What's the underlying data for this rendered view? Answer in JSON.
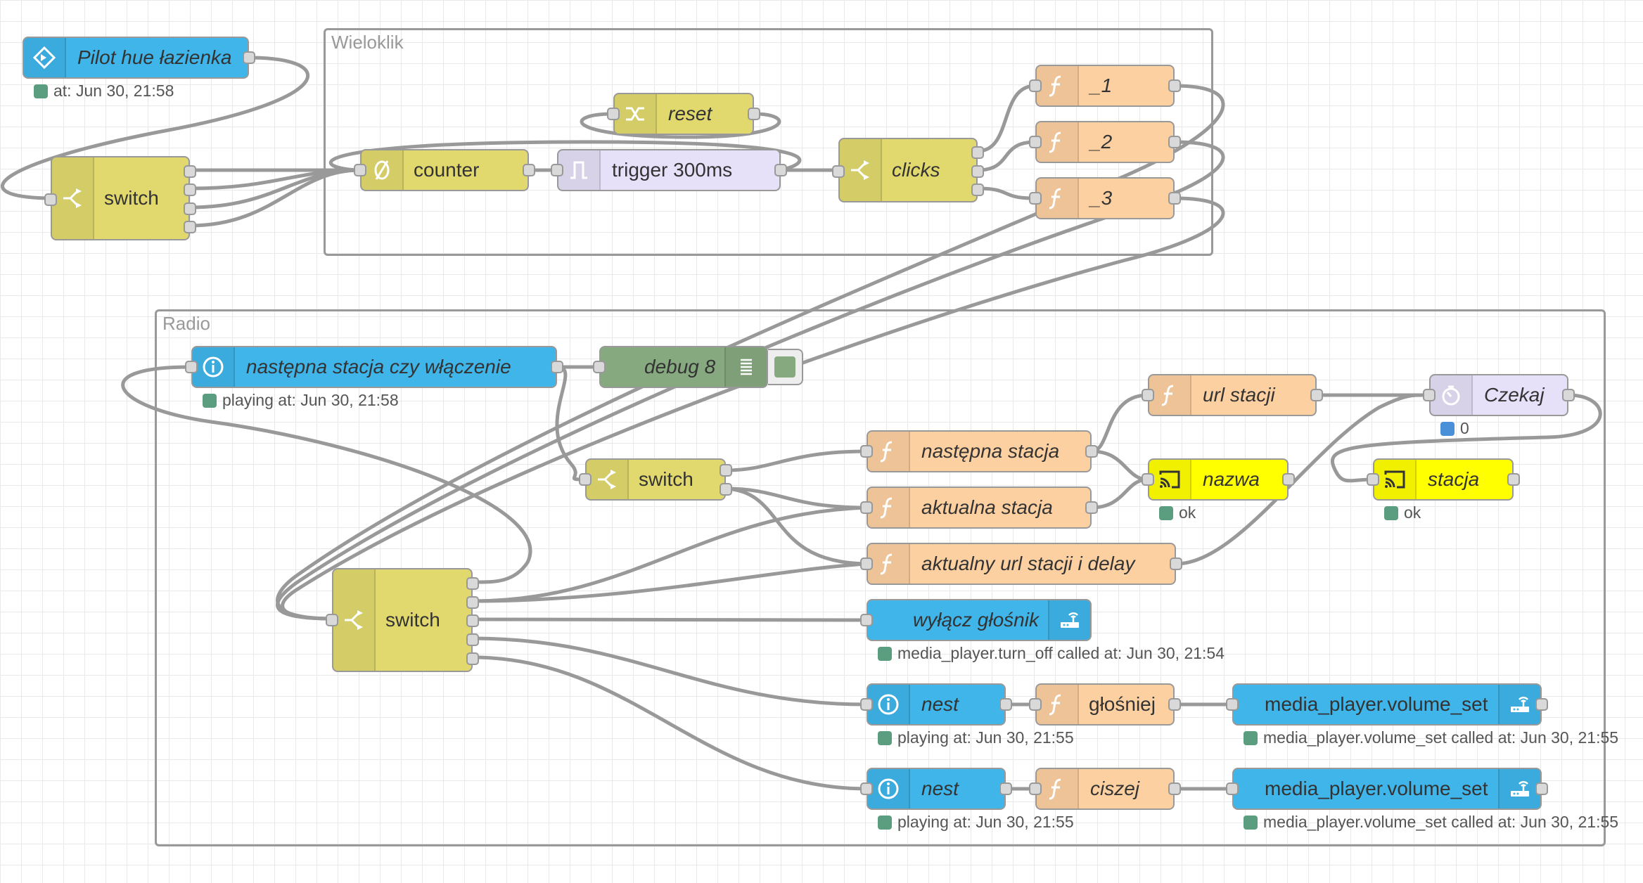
{
  "groups": {
    "wieloklik": {
      "label": "Wieloklik"
    },
    "radio": {
      "label": "Radio"
    }
  },
  "nodes": {
    "pilot": {
      "label": "Pilot hue łazienka",
      "status": "at: Jun 30, 21:58",
      "icon": "arrow-right-circle-icon",
      "color": "#3fb5ea"
    },
    "switch1": {
      "label": "switch",
      "icon": "switch-icon",
      "color": "#e2d96e"
    },
    "counter": {
      "label": "counter",
      "icon": "empty-set-icon",
      "color": "#e2d96e"
    },
    "trigger": {
      "label": "trigger 300ms",
      "icon": "trigger-pulse-icon",
      "color": "#e6e0f8"
    },
    "reset": {
      "label": "reset",
      "icon": "shuffle-icon",
      "color": "#e2d96e"
    },
    "clicks": {
      "label": "clicks",
      "icon": "switch-icon",
      "color": "#e2d96e"
    },
    "f1": {
      "label": "_1",
      "icon": "function-icon",
      "color": "#fdd0a2"
    },
    "f2": {
      "label": "_2",
      "icon": "function-icon",
      "color": "#fdd0a2"
    },
    "f3": {
      "label": "_3",
      "icon": "function-icon",
      "color": "#fdd0a2"
    },
    "nastepna_czy": {
      "label": "następna stacja czy włączenie",
      "status": "playing at: Jun 30, 21:58",
      "icon": "info-icon",
      "color": "#3fb5ea"
    },
    "debug8": {
      "label": "debug 8",
      "icon": "list-icon",
      "color": "#87a980"
    },
    "switch2": {
      "label": "switch",
      "icon": "switch-icon",
      "color": "#e2d96e"
    },
    "nastepna_stacja": {
      "label": "następna stacja",
      "icon": "function-icon",
      "color": "#fdd0a2"
    },
    "aktualna_stacja": {
      "label": "aktualna stacja",
      "icon": "function-icon",
      "color": "#fdd0a2"
    },
    "aktualny_url": {
      "label": "aktualny url stacji i delay",
      "icon": "function-icon",
      "color": "#fdd0a2"
    },
    "url_stacji": {
      "label": "url stacji",
      "icon": "function-icon",
      "color": "#fdd0a2"
    },
    "czekaj": {
      "label": "Czekaj",
      "status": "0",
      "icon": "timer-icon",
      "color": "#e6e0f8"
    },
    "nazwa": {
      "label": "nazwa",
      "status": "ok",
      "icon": "cast-icon",
      "color": "#ffff00"
    },
    "stacja": {
      "label": "stacja",
      "status": "ok",
      "icon": "cast-icon",
      "color": "#ffff00"
    },
    "switch3": {
      "label": "switch",
      "icon": "switch-icon",
      "color": "#e2d96e"
    },
    "wylacz": {
      "label": "wyłącz głośnik",
      "status": "media_player.turn_off called at: Jun 30, 21:54",
      "icon": "router-icon",
      "color": "#3fb5ea"
    },
    "nest1": {
      "label": "nest",
      "status": "playing at: Jun 30, 21:55",
      "icon": "info-icon",
      "color": "#3fb5ea"
    },
    "glosniej": {
      "label": "głośniej",
      "icon": "function-icon",
      "color": "#fdd0a2"
    },
    "vol1": {
      "label": "media_player.volume_set",
      "status": "media_player.volume_set called at: Jun 30, 21:55",
      "icon": "router-icon",
      "color": "#3fb5ea"
    },
    "nest2": {
      "label": "nest",
      "status": "playing at: Jun 30, 21:55",
      "icon": "info-icon",
      "color": "#3fb5ea"
    },
    "ciszej": {
      "label": "ciszej",
      "icon": "function-icon",
      "color": "#fdd0a2"
    },
    "vol2": {
      "label": "media_player.volume_set",
      "status": "media_player.volume_set called at: Jun 30, 21:55",
      "icon": "router-icon",
      "color": "#3fb5ea"
    }
  }
}
